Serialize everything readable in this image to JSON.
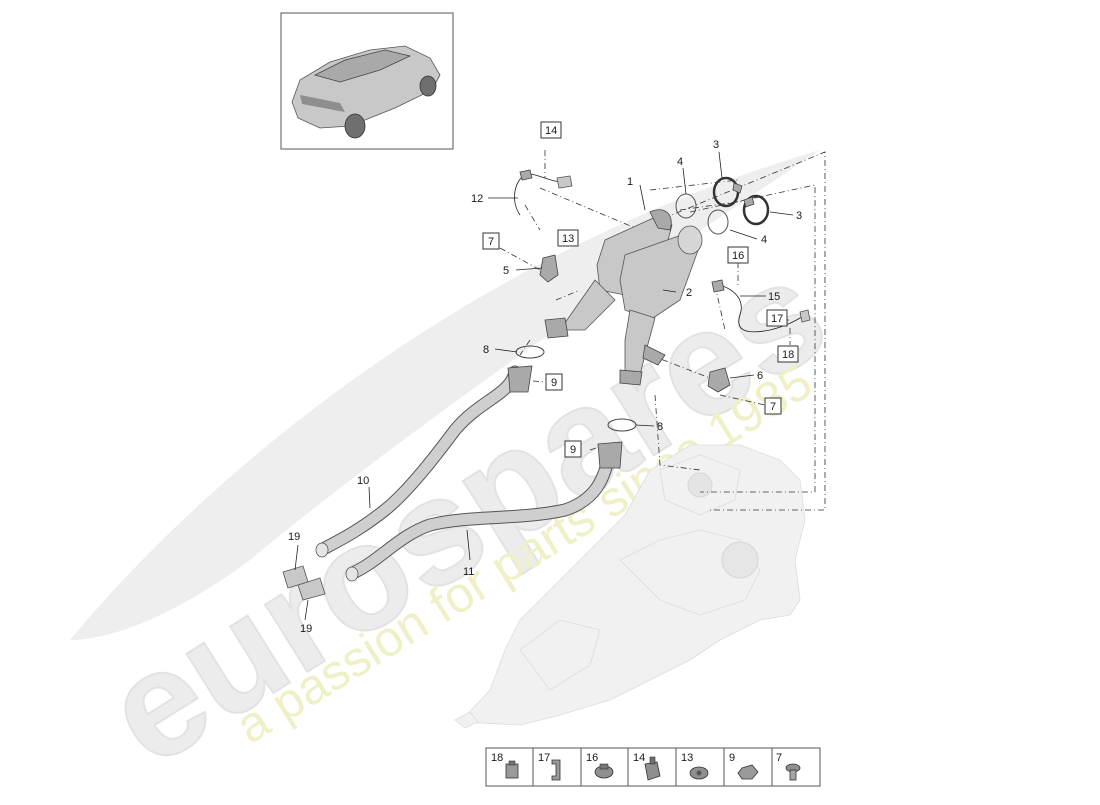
{
  "watermark": {
    "brand": "eurospares",
    "slogan": "a passion for parts since 1985"
  },
  "callouts": [
    {
      "id": "c1",
      "text": "1"
    },
    {
      "id": "c2",
      "text": "2"
    },
    {
      "id": "c3a",
      "text": "3"
    },
    {
      "id": "c3b",
      "text": "3"
    },
    {
      "id": "c4a",
      "text": "4"
    },
    {
      "id": "c4b",
      "text": "4"
    },
    {
      "id": "c5",
      "text": "5"
    },
    {
      "id": "c6",
      "text": "6"
    },
    {
      "id": "c8a",
      "text": "8"
    },
    {
      "id": "c8b",
      "text": "8"
    },
    {
      "id": "c10",
      "text": "10"
    },
    {
      "id": "c11",
      "text": "11"
    },
    {
      "id": "c12",
      "text": "12"
    },
    {
      "id": "c15",
      "text": "15"
    },
    {
      "id": "c19a",
      "text": "19"
    },
    {
      "id": "c19b",
      "text": "19"
    }
  ],
  "boxed_callouts": [
    {
      "id": "b14",
      "text": "14"
    },
    {
      "id": "b13",
      "text": "13"
    },
    {
      "id": "b7a",
      "text": "7"
    },
    {
      "id": "b16",
      "text": "16"
    },
    {
      "id": "b17",
      "text": "17"
    },
    {
      "id": "b18",
      "text": "18"
    },
    {
      "id": "b9a",
      "text": "9"
    },
    {
      "id": "b7b",
      "text": "7"
    },
    {
      "id": "b9b",
      "text": "9"
    }
  ],
  "legend": {
    "items": [
      {
        "num": "18",
        "icon": "connector-icon"
      },
      {
        "num": "17",
        "icon": "clip-icon"
      },
      {
        "num": "16",
        "icon": "holder-icon"
      },
      {
        "num": "14",
        "icon": "sensor-plug-icon"
      },
      {
        "num": "13",
        "icon": "bracket-icon"
      },
      {
        "num": "9",
        "icon": "nut-icon"
      },
      {
        "num": "7",
        "icon": "bolt-icon"
      }
    ]
  }
}
